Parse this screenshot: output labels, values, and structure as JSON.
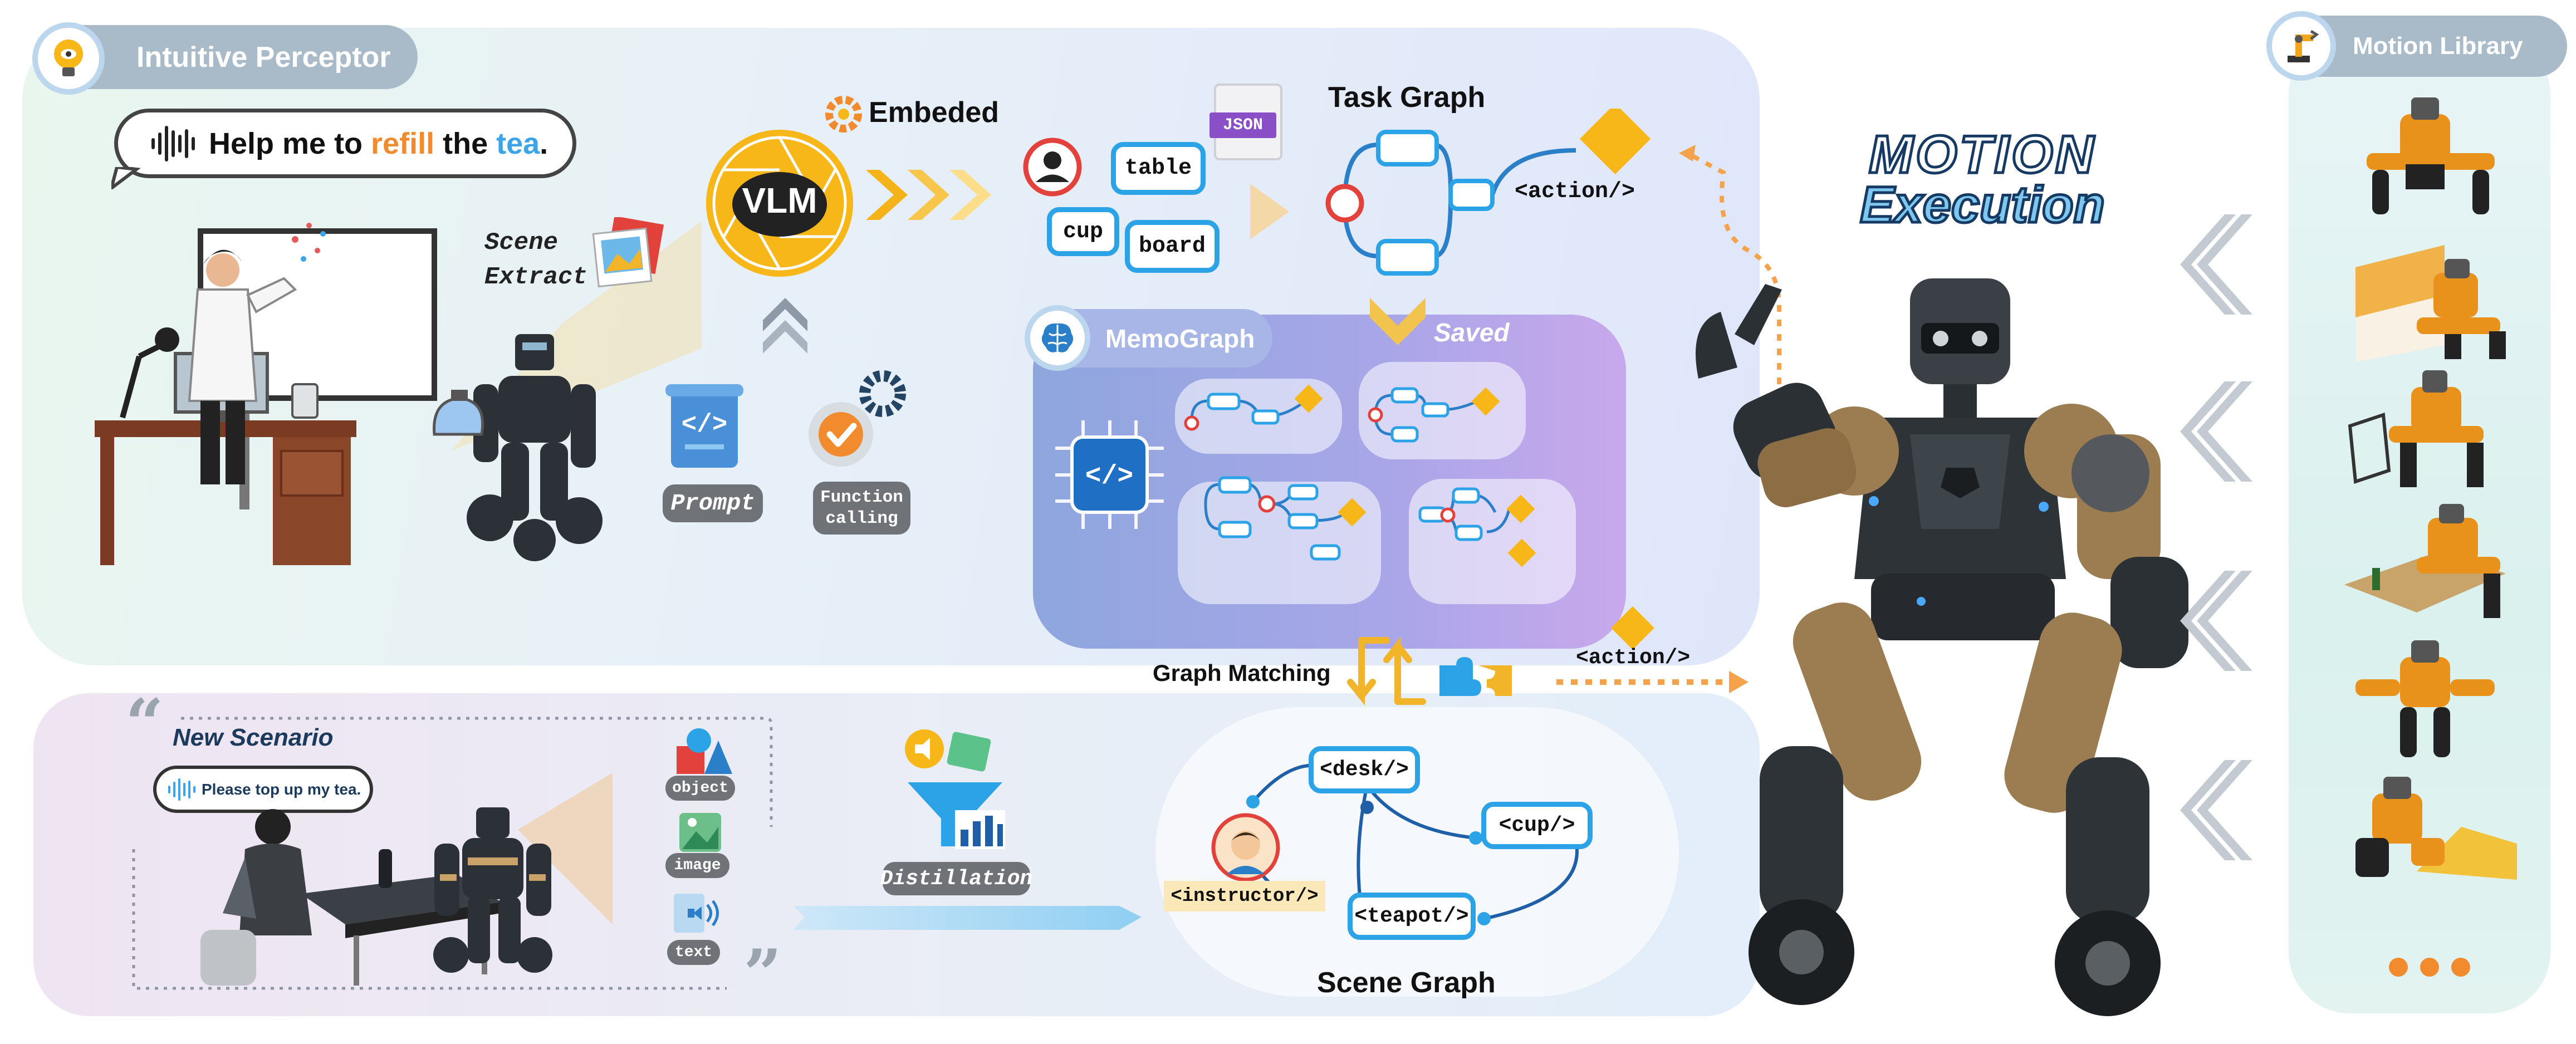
{
  "perceptor": {
    "title": "Intuitive Perceptor",
    "icon": "lightbulb-eye-icon"
  },
  "speech": {
    "p1": "Help me to ",
    "p2": "refill",
    "p3": " the ",
    "p4": "tea",
    "p5": ".",
    "accent_orange": "#f28a2e",
    "accent_blue": "#3aa5e8"
  },
  "scene_extract": {
    "line1": "Scene",
    "line2": "Extract"
  },
  "vlm": {
    "label": "VLM",
    "color": "#f7b718"
  },
  "embedded": {
    "label": "Embeded"
  },
  "tokens": {
    "table": "table",
    "cup": "cup",
    "board": "board",
    "json": "JSON"
  },
  "task_graph": {
    "title": "Task Graph",
    "action": "<action/>"
  },
  "prompt": {
    "label": "Prompt"
  },
  "function_calling": {
    "line1": "Function",
    "line2": "calling"
  },
  "memograph": {
    "title": "MemoGraph",
    "saved": "Saved"
  },
  "graph_matching": {
    "label": "Graph Matching"
  },
  "action_out": {
    "label": "<action/>"
  },
  "motion_execution": {
    "line1": "MOTION",
    "line2": "Execution"
  },
  "motion_library": {
    "title": "Motion Library",
    "more": "..."
  },
  "new_scenario": {
    "title": "New Scenario",
    "speech": "Please top up my tea."
  },
  "modalities": {
    "object": "object",
    "image": "image",
    "text": "text"
  },
  "distillation": {
    "label": "Distillation"
  },
  "scene_graph": {
    "title": "Scene Graph",
    "desk": "<desk/>",
    "cup": "<cup/>",
    "teapot": "<teapot/>",
    "instructor": "<instructor/>"
  }
}
